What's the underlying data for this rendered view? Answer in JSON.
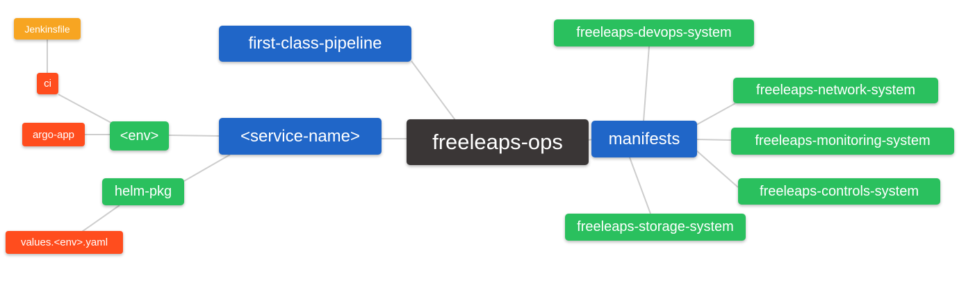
{
  "mindmap": {
    "type": "mindmap-diagram",
    "nodes": {
      "root": {
        "label": "freeleaps-ops",
        "level": 0,
        "color": "#3a3636"
      },
      "fcp": {
        "label": "first-class-pipeline",
        "level": 1,
        "color": "#2066c8"
      },
      "service": {
        "label": "<service-name>",
        "level": 1,
        "color": "#2066c8"
      },
      "manifests": {
        "label": "manifests",
        "level": 1,
        "color": "#2066c8"
      },
      "env": {
        "label": "<env>",
        "level": 2,
        "color": "#2ac05e"
      },
      "helm_pkg": {
        "label": "helm-pkg",
        "level": 2,
        "color": "#2ac05e"
      },
      "ci": {
        "label": "ci",
        "level": 3,
        "color": "#ff4d1e"
      },
      "argo_app": {
        "label": "argo-app",
        "level": 3,
        "color": "#ff4d1e"
      },
      "values_env_yaml": {
        "label": "values.<env>.yaml",
        "level": 3,
        "color": "#ff4d1e"
      },
      "jenkinsfile": {
        "label": "Jenkinsfile",
        "level": 4,
        "color": "#f7a522"
      },
      "devops": {
        "label": "freeleaps-devops-system",
        "level": 2,
        "color": "#2ac05e"
      },
      "network": {
        "label": "freeleaps-network-system",
        "level": 2,
        "color": "#2ac05e"
      },
      "monitoring": {
        "label": "freeleaps-monitoring-system",
        "level": 2,
        "color": "#2ac05e"
      },
      "controls": {
        "label": "freeleaps-controls-system",
        "level": 2,
        "color": "#2ac05e"
      },
      "storage": {
        "label": "freeleaps-storage-system",
        "level": 2,
        "color": "#2ac05e"
      }
    },
    "edges": [
      [
        "jenkinsfile",
        "ci"
      ],
      [
        "ci",
        "env"
      ],
      [
        "argo_app",
        "env"
      ],
      [
        "env",
        "service"
      ],
      [
        "helm_pkg",
        "service"
      ],
      [
        "values_env_yaml",
        "helm_pkg"
      ],
      [
        "fcp",
        "root"
      ],
      [
        "service",
        "root"
      ],
      [
        "root",
        "manifests"
      ],
      [
        "manifests",
        "devops"
      ],
      [
        "manifests",
        "network"
      ],
      [
        "manifests",
        "monitoring"
      ],
      [
        "manifests",
        "controls"
      ],
      [
        "manifests",
        "storage"
      ]
    ],
    "colors": {
      "root_node": "#3a3636",
      "branch_blue": "#2066c8",
      "node_green": "#2ac05e",
      "node_red": "#ff4d1e",
      "node_amber": "#f7a522",
      "edge_line": "#cdcdcd",
      "node_text": "#ffffff",
      "background": "#ffffff"
    }
  }
}
